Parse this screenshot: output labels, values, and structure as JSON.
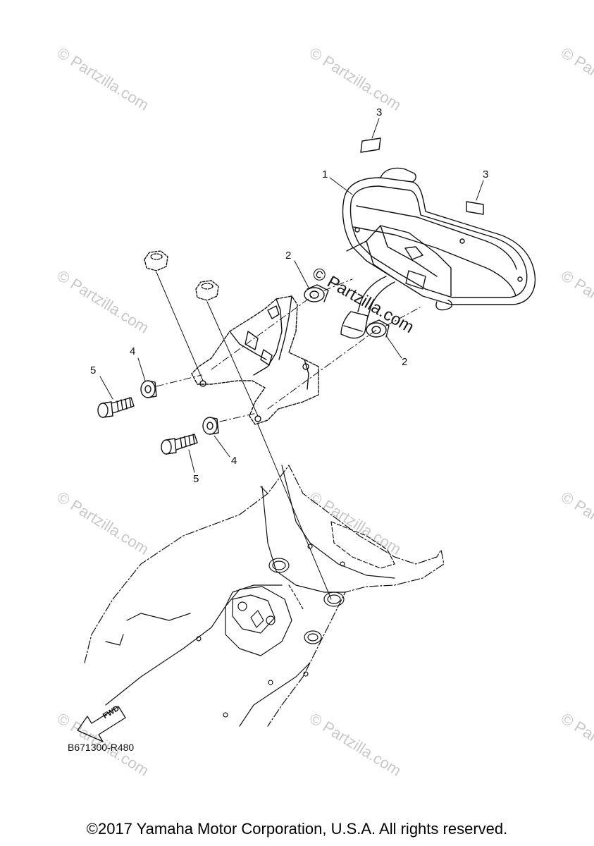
{
  "watermark": {
    "text": "© Partzilla.com"
  },
  "callouts": [
    {
      "id": "callout-1",
      "label": "1"
    },
    {
      "id": "callout-2a",
      "label": "2"
    },
    {
      "id": "callout-2b",
      "label": "2"
    },
    {
      "id": "callout-3a",
      "label": "3"
    },
    {
      "id": "callout-3b",
      "label": "3"
    },
    {
      "id": "callout-4a",
      "label": "4"
    },
    {
      "id": "callout-4b",
      "label": "4"
    },
    {
      "id": "callout-5a",
      "label": "5"
    },
    {
      "id": "callout-5b",
      "label": "5"
    }
  ],
  "fwd_arrow": {
    "label": "FWD"
  },
  "reference_code": "B671300-R480",
  "copyright": "©2017 Yamaha Motor Corporation, U.S.A. All rights reserved."
}
